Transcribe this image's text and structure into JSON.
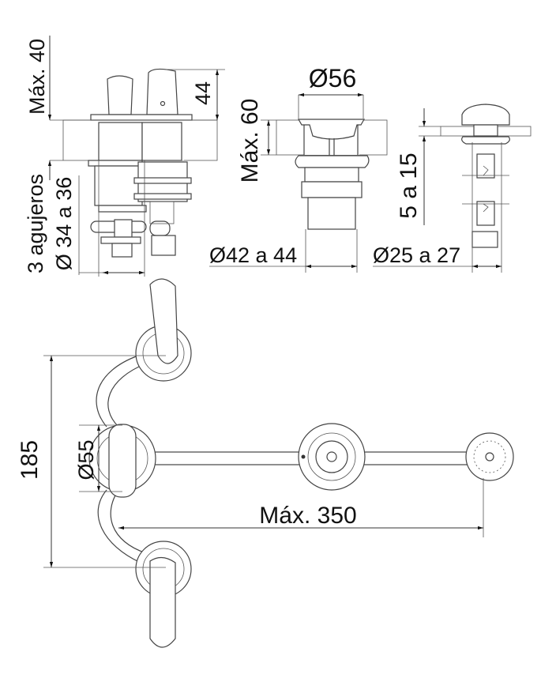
{
  "drawing": {
    "faucet_side_view": {
      "max_height_above": "Máx. 40",
      "handle_height": "44",
      "holes_label": "3 agujeros",
      "holes_diameter": "Ø 34 a 36"
    },
    "drain_view": {
      "top_diameter": "Ø56",
      "max_thickness": "Máx. 60",
      "hole_diameter": "Ø42 a 44"
    },
    "pop_up_view": {
      "thickness_range": "5 a 15",
      "hole_diameter": "Ø25 a 27"
    },
    "plan_view": {
      "depth": "185",
      "rosette_diameter": "Ø55",
      "max_length": "Máx. 350"
    },
    "colors": {
      "line": "#333333",
      "text": "#111111",
      "background": "#ffffff"
    }
  }
}
